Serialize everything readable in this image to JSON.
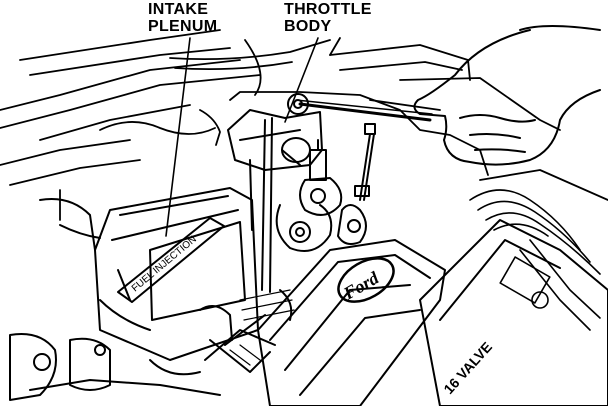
{
  "labels": {
    "intake_plenum": {
      "line1": "INTAKE",
      "line2": "PLENUM"
    },
    "throttle_body": {
      "line1": "THROTTLE",
      "line2": "BODY"
    }
  },
  "engraving": {
    "valve_cover_plate": "FUEL INJECTION",
    "ford_badge": "Ford",
    "right_cover_text": "16 VALVE"
  },
  "colors": {
    "ink": "#000000",
    "paper": "#ffffff"
  }
}
